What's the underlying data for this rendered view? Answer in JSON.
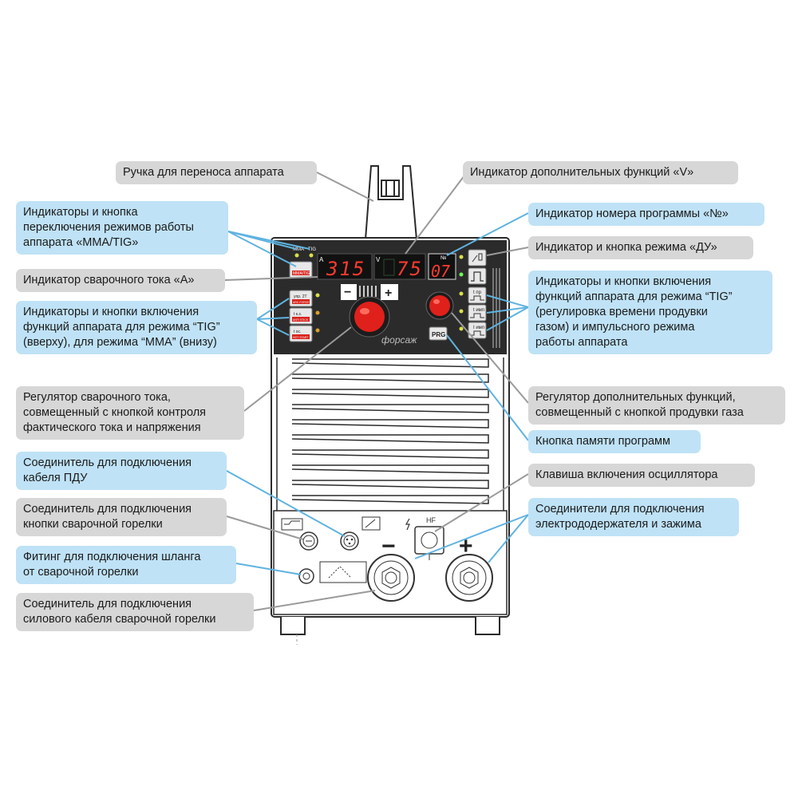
{
  "colors": {
    "gray_callout": "#d7d7d7",
    "blue_callout": "#bfe2f6",
    "blue_leader": "#5fb3e0",
    "gray_leader": "#9a9a9a",
    "panel": "#2b2b2b",
    "knob_red": "#e0201b",
    "led_red": "#ff3b2e",
    "led_green": "#6dff5a"
  },
  "callouts": {
    "handle": {
      "lines": [
        "Ручка для переноса аппарата"
      ]
    },
    "v_indicator": {
      "lines": [
        "Индикатор дополнительных функций «V»"
      ]
    },
    "mma_tig": {
      "lines": [
        "Индикаторы и кнопка",
        "переключения режимов работы",
        "аппарата «MMA/TIG»"
      ]
    },
    "prog_num": {
      "lines": [
        "Индикатор номера программы «№»"
      ]
    },
    "du_mode": {
      "lines": [
        "Индикатор и кнопка режима «ДУ»"
      ]
    },
    "current_a": {
      "lines": [
        "Индикатор сварочного тока «А»"
      ]
    },
    "tig_left": {
      "lines": [
        "Индикаторы и кнопки включения",
        "функций аппарата для режима “TIG”",
        "(вверху), для режима “MMA” (внизу)"
      ]
    },
    "tig_right": {
      "lines": [
        "Индикаторы и кнопки включения",
        "функций аппарата для режима “TIG”",
        "(регулировка времени продувки",
        "газом) и импульсного режима",
        "работы аппарата"
      ]
    },
    "current_knob": {
      "lines": [
        "Регулятор сварочного тока,",
        "совмещенный с кнопкой контроля",
        "фактического тока и напряжения"
      ]
    },
    "extra_knob": {
      "lines": [
        "Регулятор дополнительных функций,",
        "совмещенный с кнопкой продувки газа"
      ]
    },
    "pdu": {
      "lines": [
        "Соединитель для подключения",
        "кабеля ПДУ"
      ]
    },
    "prog_mem": {
      "lines": [
        "Кнопка памяти программ"
      ]
    },
    "torch_btn": {
      "lines": [
        "Соединитель для подключения",
        "кнопки сварочной горелки"
      ]
    },
    "oscillator": {
      "lines": [
        "Клавиша включения осциллятора"
      ]
    },
    "gas_fitting": {
      "lines": [
        "Фитинг для подключения шланга",
        "от сварочной горелки"
      ]
    },
    "electrode": {
      "lines": [
        "Соединители для подключения",
        "электрододержателя и зажима"
      ]
    },
    "power_cable": {
      "lines": [
        "Соединитель для подключения",
        "силового кабеля сварочной горелки"
      ]
    }
  },
  "panel": {
    "mode_mma": "MMA",
    "mode_tig": "TIG",
    "mode_button": "MMA/TIG",
    "display_a_unit": "A",
    "display_a_value": "315",
    "display_v_unit": "V",
    "display_v_value": "75",
    "display_prog_label": "№",
    "display_prog_value": "07",
    "left_buttons": [
      {
        "top": "упр. 2Т",
        "bottom": "ARC FORCE"
      },
      {
        "top": "t к.з.",
        "bottom": "ANTI STICK"
      },
      {
        "top": "t ос.",
        "bottom": "HOT START"
      }
    ],
    "right_buttons": [
      "t пр",
      "t имп",
      "I имп"
    ],
    "minus_sign": "−",
    "plus_sign": "+",
    "brand": "форсаж",
    "prg_button": "PRG",
    "hf_label": "HF",
    "terminal_minus": "−",
    "terminal_plus": "+"
  }
}
